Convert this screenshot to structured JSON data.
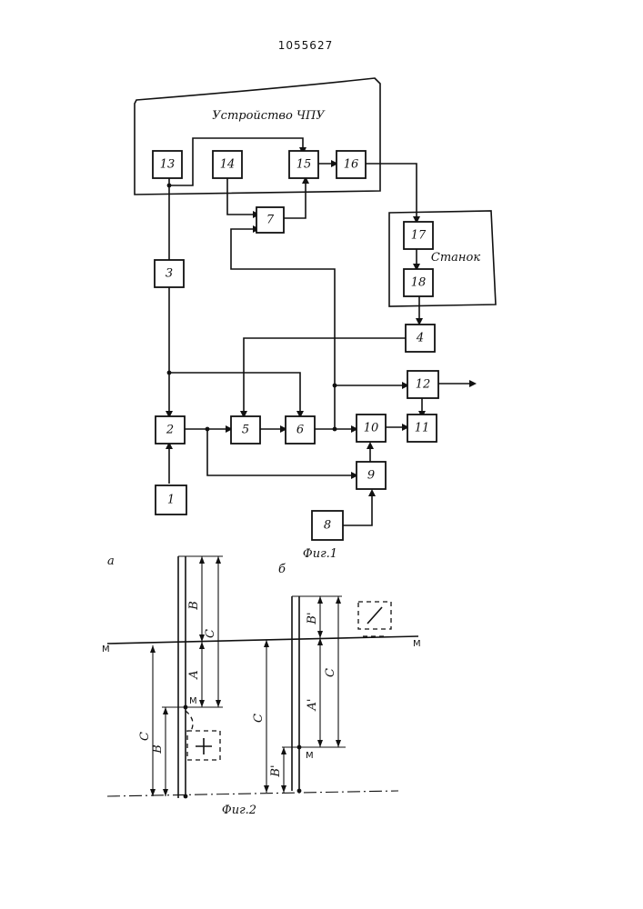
{
  "patent_number": "1055627",
  "fig1": {
    "cnc_label": "Устройство ЧПУ",
    "machine_label": "Станок",
    "caption": "Фиг.1",
    "blocks": [
      "1",
      "2",
      "3",
      "4",
      "5",
      "6",
      "7",
      "8",
      "9",
      "10",
      "11",
      "12",
      "13",
      "14",
      "15",
      "16",
      "17",
      "18"
    ]
  },
  "fig2": {
    "caption": "Фиг.2",
    "sub_a": "а",
    "sub_b": "б",
    "a": {
      "left_mark": "M",
      "right_mark": "M",
      "point_mark": "M",
      "dims": [
        "B",
        "C",
        "A",
        "C",
        "B"
      ]
    },
    "b": {
      "right_mark": "M",
      "point_mark": "M",
      "dims": [
        "B'",
        "C",
        "A'",
        "C",
        "B'"
      ]
    }
  }
}
